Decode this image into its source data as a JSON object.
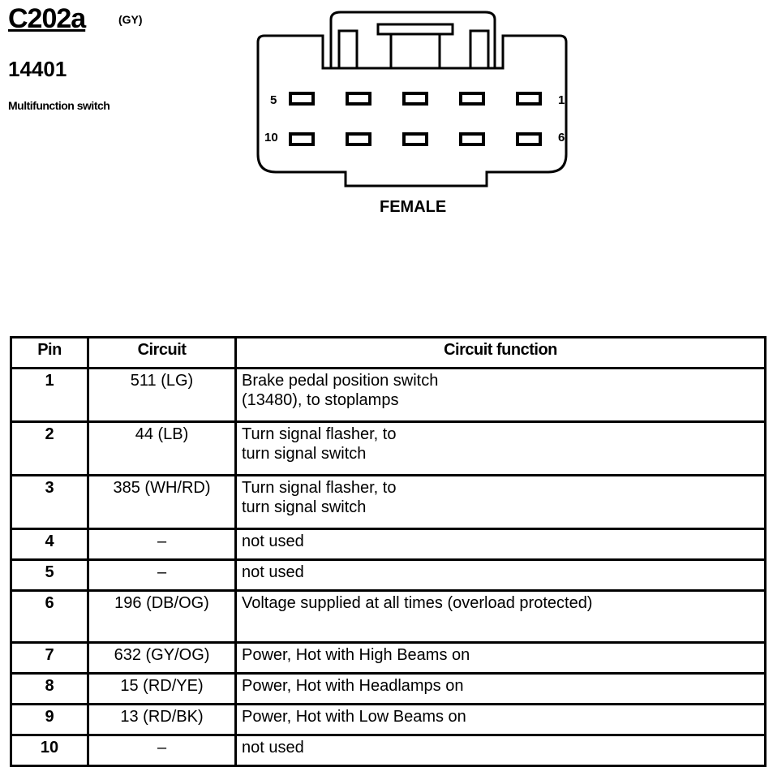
{
  "connector": {
    "id": "C202a",
    "color_code": "(GY)",
    "part_number": "14401",
    "name": "Multifunction switch",
    "gender": "FEMALE",
    "pin_labels": {
      "top_left": "5",
      "top_right": "1",
      "bottom_left": "10",
      "bottom_right": "6"
    }
  },
  "table": {
    "headers": {
      "pin": "Pin",
      "circuit": "Circuit",
      "function": "Circuit function"
    },
    "rows": [
      {
        "pin": "1",
        "circuit": "511 (LG)",
        "function": "Brake pedal position switch\n(13480), to stoplamps"
      },
      {
        "pin": "2",
        "circuit": "44 (LB)",
        "function": "Turn signal flasher, to\nturn signal switch"
      },
      {
        "pin": "3",
        "circuit": "385 (WH/RD)",
        "function": "Turn signal flasher, to\nturn signal switch"
      },
      {
        "pin": "4",
        "circuit": "–",
        "function": "not used"
      },
      {
        "pin": "5",
        "circuit": "–",
        "function": "not used"
      },
      {
        "pin": "6",
        "circuit": "196 (DB/OG)",
        "function": "Voltage supplied at all times (overload protected)"
      },
      {
        "pin": "7",
        "circuit": "632 (GY/OG)",
        "function": "Power, Hot with High Beams on"
      },
      {
        "pin": "8",
        "circuit": "15 (RD/YE)",
        "function": "Power, Hot with Headlamps on"
      },
      {
        "pin": "9",
        "circuit": "13 (RD/BK)",
        "function": "Power, Hot with Low Beams on"
      },
      {
        "pin": "10",
        "circuit": "–",
        "function": "not used"
      }
    ]
  }
}
